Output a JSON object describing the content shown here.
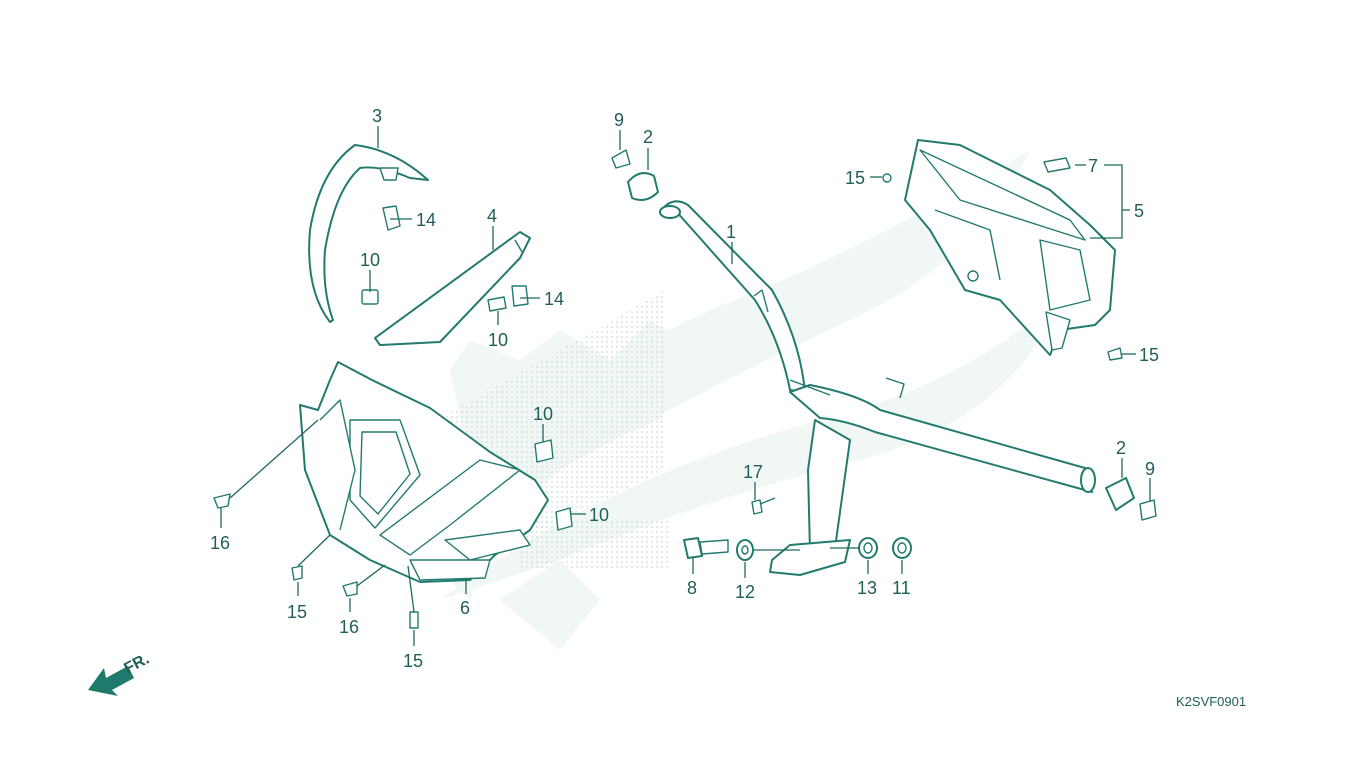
{
  "diagram": {
    "code": "K2SVF0901",
    "front_label": "FR.",
    "callouts": {
      "c1": "1",
      "c2a": "2",
      "c2b": "2",
      "c3": "3",
      "c4": "4",
      "c5": "5",
      "c6": "6",
      "c7": "7",
      "c8": "8",
      "c9a": "9",
      "c9b": "9",
      "c10a": "10",
      "c10b": "10",
      "c10c": "10",
      "c10d": "10",
      "c11": "11",
      "c12": "12",
      "c13": "13",
      "c14a": "14",
      "c14b": "14",
      "c15a": "15",
      "c15b": "15",
      "c15c": "15",
      "c15d": "15",
      "c16a": "16",
      "c16b": "16",
      "c17": "17"
    },
    "colors": {
      "line": "#237a6e",
      "watermark": "#e3efec"
    }
  }
}
